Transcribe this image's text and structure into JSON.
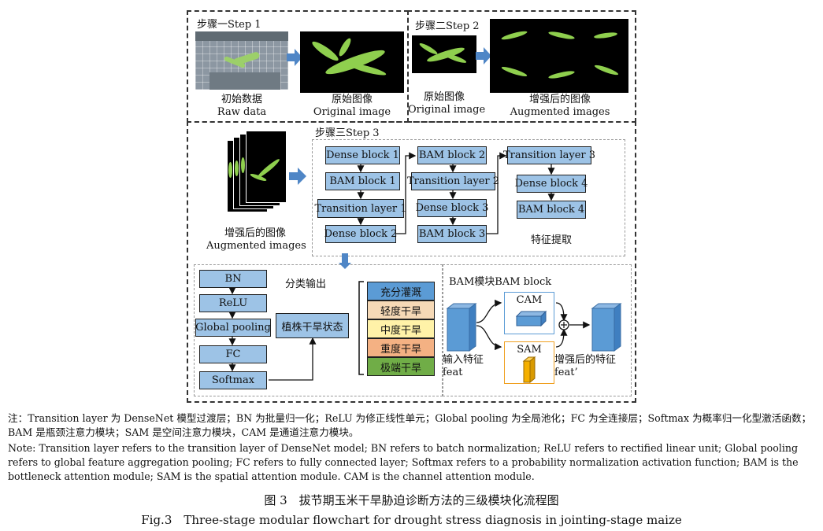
{
  "step1": {
    "title": "步骤一Step 1",
    "raw_cn": "初始数据",
    "raw_en": "Raw data",
    "orig_cn": "原始图像",
    "orig_en": "Original image"
  },
  "step2": {
    "title": "步骤二Step 2",
    "orig_cn": "原始图像",
    "orig_en": "Original image",
    "aug_cn": "增强后的图像",
    "aug_en": "Augmented images"
  },
  "step3": {
    "title": "步骤三Step 3",
    "aug_cn": "增强后的图像",
    "aug_en": "Augmented images",
    "feature_label": "特征提取",
    "col1": [
      "Dense block 1",
      "BAM block 1",
      "Transition layer 1",
      "Dense block 2"
    ],
    "col2": [
      "BAM block 2",
      "Transition layer 2",
      "Dense block 3",
      "BAM block 3"
    ],
    "col3": [
      "Transition layer 3",
      "Dense block 4",
      "BAM block 4"
    ],
    "head": [
      "BN",
      "ReLU",
      "Global pooling",
      "FC",
      "Softmax"
    ],
    "class_label": "分类输出",
    "state_label": "植株干旱状态",
    "classes": [
      {
        "label": "充分灌溉",
        "color": "#5b9bd5"
      },
      {
        "label": "轻度干旱",
        "color": "#f6d9b6"
      },
      {
        "label": "中度干旱",
        "color": "#fff2a8"
      },
      {
        "label": "重度干旱",
        "color": "#f4b183"
      },
      {
        "label": "极端干旱",
        "color": "#70ad47"
      }
    ],
    "bam": {
      "title": "BAM模块BAM block",
      "cam": "CAM",
      "sam": "SAM",
      "plus": "+",
      "in_cn": "输入特征",
      "in_en": "feat",
      "out_cn": "增强后的特征",
      "out_en": "feat’"
    }
  },
  "notes": {
    "cn": "注：Transition layer 为 DenseNet 模型过渡层；BN 为批量归一化；ReLU 为修正线性单元；Global pooling 为全局池化；FC 为全连接层；Softmax 为概率归一化型激活函数；BAM 是瓶颈注意力模块；SAM 是空间注意力模块，CAM 是通道注意力模块。",
    "en": "Note: Transition layer refers to the transition layer of DenseNet model; BN refers to batch normalization; ReLU refers to rectified linear unit; Global pooling refers to global feature aggregation pooling; FC refers to fully connected layer; Softmax refers to a probability normalization activation function; BAM is the bottleneck attention module; SAM is the spatial attention module. CAM is the channel attention module."
  },
  "caption": {
    "cn": "图 3　拔节期玉米干旱胁迫诊断方法的三级模块化流程图",
    "en": "Fig.3　Three-stage modular flowchart for drought stress diagnosis in jointing-stage maize"
  },
  "colors": {
    "block": "#9dc3e6",
    "arrow": "#4f86c6",
    "cube": "#5b9bd5",
    "sam": "#f5b000"
  }
}
